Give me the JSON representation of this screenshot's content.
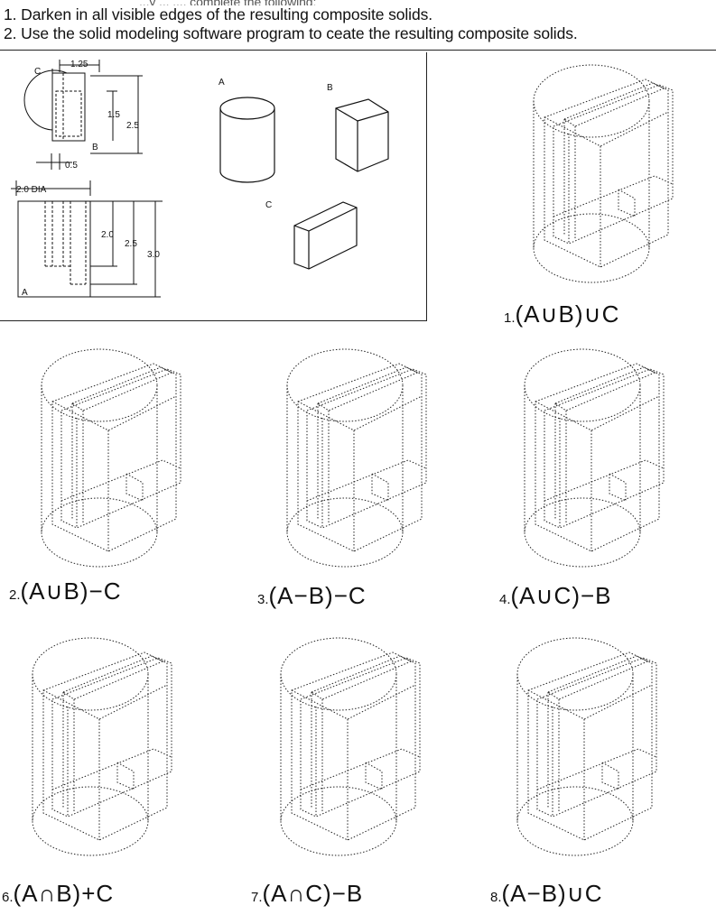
{
  "header": {
    "partial_line": "...y ... ..., complete the following:",
    "instruction_1": "1. Darken in all visible edges of the resulting composite solids.",
    "instruction_2": "2. Use the solid modeling software program to ceate the resulting composite solids."
  },
  "given": {
    "dims": {
      "d_125": "1.25",
      "d_15": "1.5",
      "d_25_top": "2.5",
      "d_05": "0.5",
      "dia": "2.0 DIA",
      "d_20": "2.0",
      "d_25_front": "2.5",
      "d_30": "3.0"
    },
    "letters": {
      "c_top": "C",
      "b_top": "B",
      "a_front": "A",
      "a_iso": "A",
      "b_iso": "B",
      "c_iso": "C"
    }
  },
  "problems": [
    {
      "number": "1.",
      "expression": "(A∪B)∪C"
    },
    {
      "number": "2.",
      "expression": "(A∪B)−C"
    },
    {
      "number": "3.",
      "expression": "(A−B)−C"
    },
    {
      "number": "4.",
      "expression": "(A∪C)−B"
    },
    {
      "number": "6.",
      "expression": "(A∩B)+C"
    },
    {
      "number": "7.",
      "expression": "(A∩C)−B"
    },
    {
      "number": "8.",
      "expression": "(A−B)∪C"
    }
  ]
}
